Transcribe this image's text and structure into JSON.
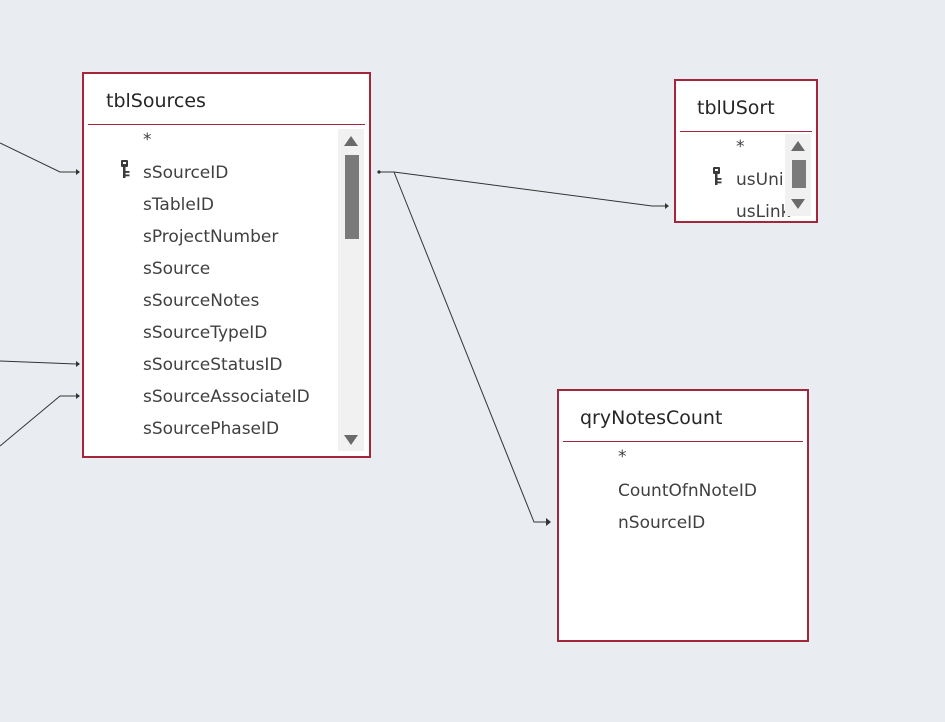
{
  "tables": {
    "tblSources": {
      "title": "tblSources",
      "fields": [
        "*",
        "sSourceID",
        "sTableID",
        "sProjectNumber",
        "sSource",
        "sSourceNotes",
        "sSourceTypeID",
        "sSourceStatusID",
        "sSourceAssociateID",
        "sSourcePhaseID"
      ],
      "primary_key": "sSourceID"
    },
    "tblUSort": {
      "title": "tblUSort",
      "fields": [
        "*",
        "usUni",
        "usLink"
      ],
      "primary_key": "usUni"
    },
    "qryNotesCount": {
      "title": "qryNotesCount",
      "fields": [
        "*",
        "CountOfnNoteID",
        "nSourceID"
      ]
    }
  },
  "icons": {
    "primary_key": "key-icon",
    "scroll_up": "arrow-up-icon",
    "scroll_down": "arrow-down-icon"
  },
  "colors": {
    "canvas_background": "#e9edf1",
    "table_border": "#a4263a",
    "relationship_line": "#333333"
  }
}
